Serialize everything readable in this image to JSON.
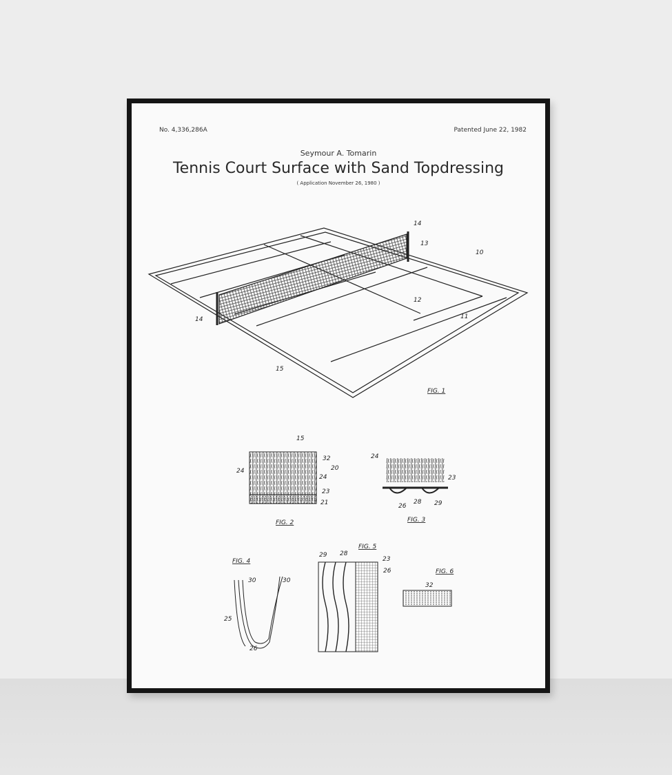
{
  "poster": {
    "patent_number": "No. 4,336,286A",
    "patented": "Patented June 22, 1982",
    "author": "Seymour A. Tomarin",
    "title": "Tennis Court Surface with Sand Topdressing",
    "application": "( Application November 26, 1980 )"
  },
  "fig1": {
    "caption": "FIG. 1",
    "labels": [
      "14",
      "13",
      "10",
      "12",
      "11",
      "15",
      "14"
    ]
  },
  "fig2": {
    "caption": "FIG. 2",
    "labels": [
      "15",
      "32",
      "20",
      "24",
      "24",
      "23",
      "21"
    ]
  },
  "fig3": {
    "caption": "FIG. 3",
    "labels": [
      "24",
      "23",
      "26",
      "28",
      "29"
    ]
  },
  "fig4": {
    "caption": "FIG. 4",
    "labels": [
      "30",
      "30",
      "25",
      "26"
    ]
  },
  "fig5": {
    "caption": "FIG. 5",
    "labels": [
      "29",
      "28",
      "23",
      "26"
    ]
  },
  "fig6": {
    "caption": "FIG. 6",
    "labels": [
      "32"
    ]
  }
}
